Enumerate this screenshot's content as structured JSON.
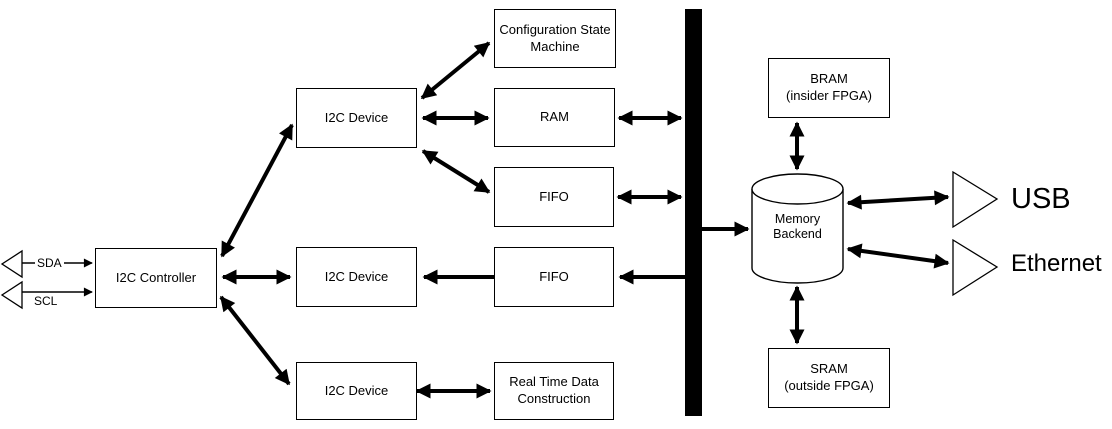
{
  "diagram": {
    "colors": {
      "background": "#ffffff",
      "line": "#000000",
      "text": "#000000",
      "bus_bar": "#000000"
    },
    "nodes": {
      "i2c_controller": {
        "label": "I2C Controller"
      },
      "i2c_device_top": {
        "label": "I2C Device"
      },
      "i2c_device_middle": {
        "label": "I2C Device"
      },
      "i2c_device_bottom": {
        "label": "I2C Device"
      },
      "config_state_machine": {
        "line1": "Configuration State",
        "line2": "Machine"
      },
      "ram": {
        "label": "RAM"
      },
      "fifo_top": {
        "label": "FIFO"
      },
      "fifo_middle": {
        "label": "FIFO"
      },
      "real_time_data": {
        "line1": "Real Time Data",
        "line2": "Construction"
      },
      "memory_backend": {
        "line1": "Memory",
        "line2": "Backend"
      },
      "bram": {
        "line1": "BRAM",
        "line2": "(insider FPGA)"
      },
      "sram": {
        "line1": "SRAM",
        "line2": "(outside FPGA)"
      }
    },
    "ports": {
      "sda": {
        "label": "SDA"
      },
      "scl": {
        "label": "SCL"
      },
      "usb": {
        "label": "USB"
      },
      "ethernet": {
        "label": "Ethernet"
      }
    }
  }
}
